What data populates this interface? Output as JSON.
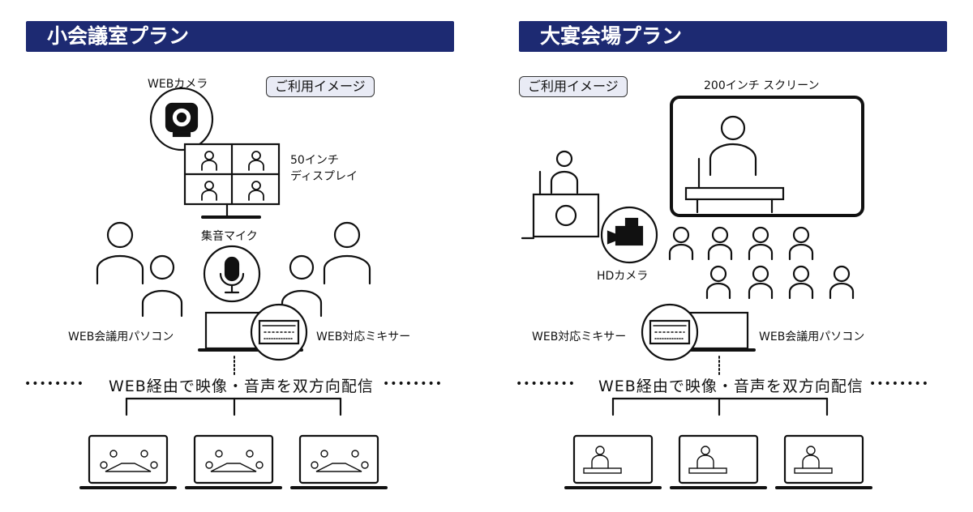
{
  "left_plan": {
    "title": "小会議室プラン",
    "usage_tag": "ご利用イメージ",
    "camera_label": "WEBカメラ",
    "display_label_line1": "50インチ",
    "display_label_line2": "ディスプレイ",
    "mic_label": "集音マイク",
    "pc_label": "WEB会議用パソコン",
    "mixer_label": "WEB対応ミキサー",
    "web_line": "WEB経由で映像・音声を双方向配信",
    "dots": "••••••••"
  },
  "right_plan": {
    "title": "大宴会場プラン",
    "usage_tag": "ご利用イメージ",
    "screen_label": "200インチ スクリーン",
    "camera_label": "HDカメラ",
    "mixer_label": "WEB対応ミキサー",
    "pc_label": "WEB会議用パソコン",
    "web_line": "WEB経由で映像・音声を双方向配信",
    "dots": "••••••••"
  },
  "colors": {
    "header_bg": "#1d2a72",
    "tag_bg": "#e9ebf5",
    "line": "#111111"
  },
  "icons": [
    "webcam-icon",
    "microphone-icon",
    "mixer-icon",
    "video-camera-icon",
    "laptop-icon",
    "person-icon"
  ]
}
